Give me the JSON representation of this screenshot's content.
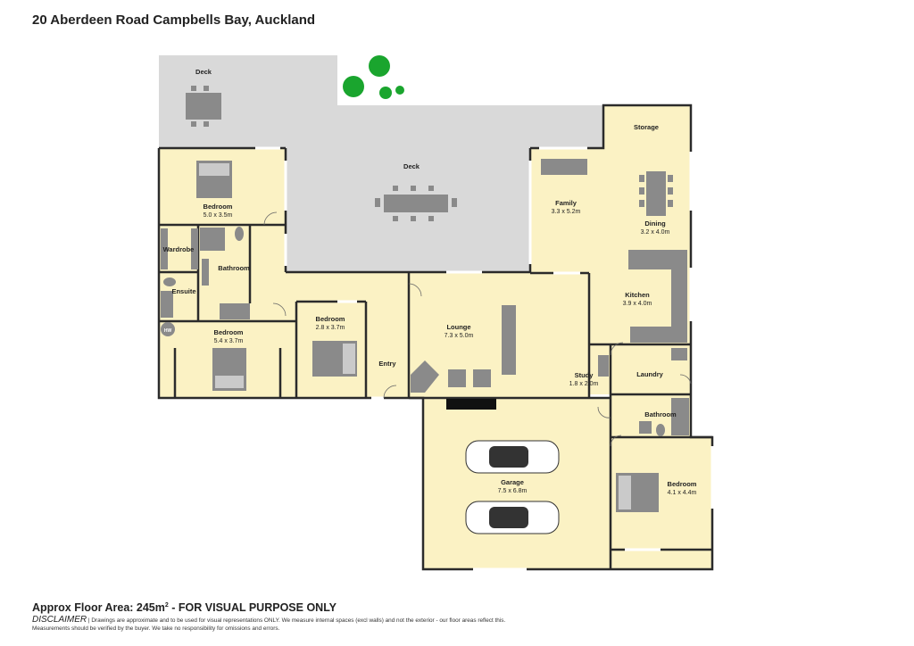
{
  "header": {
    "title": "20 Aberdeen Road Campbells Bay, Auckland"
  },
  "rooms": {
    "deck_small": {
      "name": "Deck"
    },
    "deck_main": {
      "name": "Deck"
    },
    "storage": {
      "name": "Storage"
    },
    "bedroom1": {
      "name": "Bedroom",
      "dims": "5.0 x 3.5m"
    },
    "family": {
      "name": "Family",
      "dims": "3.3 x 5.2m"
    },
    "dining": {
      "name": "Dining",
      "dims": "3.2 x 4.0m"
    },
    "wardrobe": {
      "name": "Wardrobe"
    },
    "bathroom1": {
      "name": "Bathroom"
    },
    "ensuite": {
      "name": "Ensuite"
    },
    "kitchen": {
      "name": "Kitchen",
      "dims": "3.9 x 4.0m"
    },
    "bedroom2": {
      "name": "Bedroom",
      "dims": "5.4 x 3.7m"
    },
    "bedroom3": {
      "name": "Bedroom",
      "dims": "2.8 x 3.7m"
    },
    "lounge": {
      "name": "Lounge",
      "dims": "7.3 x 5.0m"
    },
    "entry": {
      "name": "Entry"
    },
    "study": {
      "name": "Study",
      "dims": "1.8 x 2.0m"
    },
    "laundry": {
      "name": "Laundry"
    },
    "bathroom2": {
      "name": "Bathroom"
    },
    "garage": {
      "name": "Garage",
      "dims": "7.5 x 6.8m"
    },
    "bedroom4": {
      "name": "Bedroom",
      "dims": "4.1 x 4.4m"
    },
    "hw": {
      "name": "HW"
    }
  },
  "footer": {
    "area_text": "Approx Floor Area: 245m",
    "area_sup": "2",
    "area_suffix": " - FOR VISUAL PURPOSE ONLY",
    "disclaimer_label": "DISCLAIMER",
    "disclaimer_line1": " | Drawings are approximate and to be used for visual representations ONLY. We measure internal spaces (excl walls) and not the exterior - our floor areas reflect this.",
    "disclaimer_line2": "Measurements should be verified by the buyer. We take no responsibility for omissions and errors."
  },
  "colors": {
    "room_fill": "#fbf2c4",
    "deck_fill": "#d9d9d9",
    "wall": "#2b2b2b",
    "fixture": "#8a8a8a",
    "plant": "#1aa52e"
  }
}
